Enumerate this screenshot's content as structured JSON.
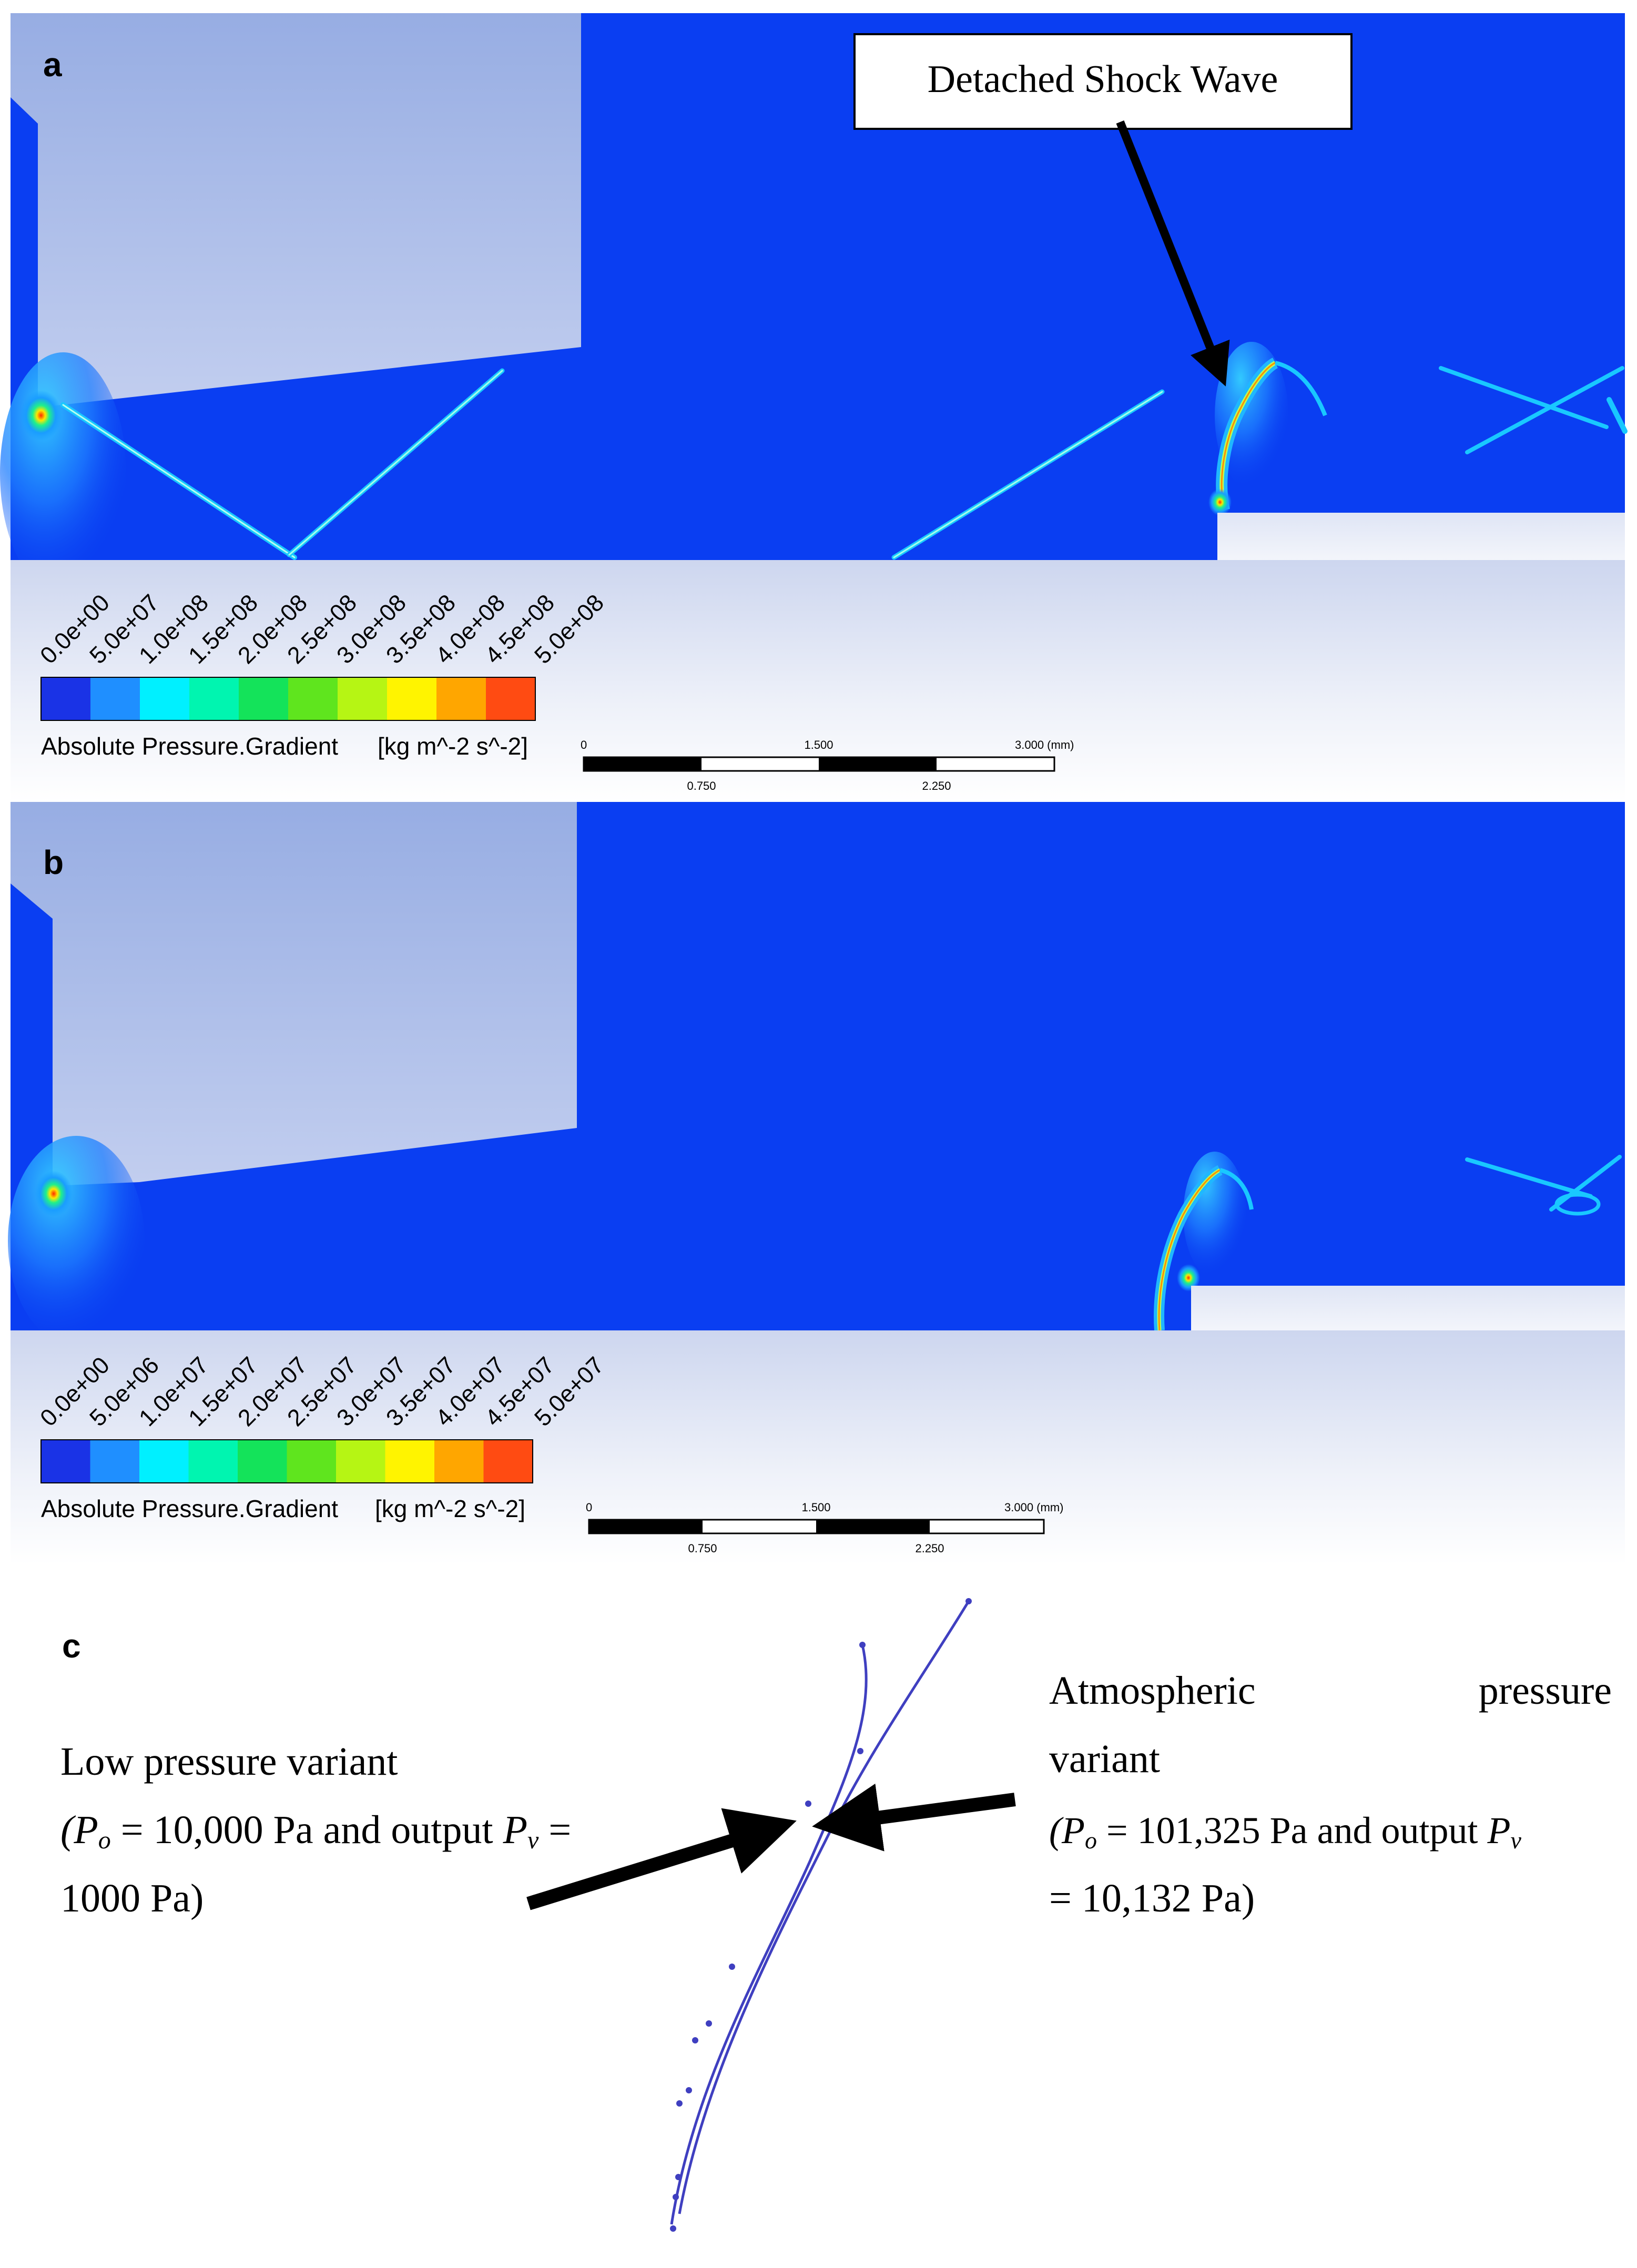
{
  "colors": {
    "field_blue": "#0a3ef2",
    "solid_top": "#97ade3",
    "solid_bottom": "#c2ceef",
    "contour_palette": [
      "#1a33e6",
      "#1f8fff",
      "#00f0ff",
      "#00f5b0",
      "#14e35a",
      "#5fe51e",
      "#b6f514",
      "#fff400",
      "#ffa600",
      "#ff4b12"
    ],
    "curve": "#3f3fc0"
  },
  "panel_a": {
    "label": "a",
    "annotation": "Detached Shock Wave",
    "legend": {
      "ticks": [
        "0.0e+00",
        "5.0e+07",
        "1.0e+08",
        "1.5e+08",
        "2.0e+08",
        "2.5e+08",
        "3.0e+08",
        "3.5e+08",
        "4.0e+08",
        "4.5e+08",
        "5.0e+08"
      ],
      "title": "Absolute Pressure.Gradient",
      "unit": "[kg m^-2 s^-2]"
    },
    "scale": {
      "top": [
        "0",
        "1.500",
        "3.000 (mm)"
      ],
      "bottom": [
        "0.750",
        "2.250"
      ]
    }
  },
  "panel_b": {
    "label": "b",
    "legend": {
      "ticks": [
        "0.0e+00",
        "5.0e+06",
        "1.0e+07",
        "1.5e+07",
        "2.0e+07",
        "2.5e+07",
        "3.0e+07",
        "3.5e+07",
        "4.0e+07",
        "4.5e+07",
        "5.0e+07"
      ],
      "title": "Absolute Pressure.Gradient",
      "unit": "[kg m^-2 s^-2]"
    },
    "scale": {
      "top": [
        "0",
        "1.500",
        "3.000 (mm)"
      ],
      "bottom": [
        "0.750",
        "2.250"
      ]
    }
  },
  "panel_c": {
    "label": "c",
    "low": {
      "line1": "Low pressure variant",
      "line2_prefix": "(",
      "line2_sym1": "P",
      "line2_sub1": "o",
      "line2_mid": " = 10,000 Pa and output ",
      "line2_sym2": "P",
      "line2_sub2": "v",
      "line2_suffix": " =",
      "line3": "1000 Pa)"
    },
    "atm": {
      "line1a": "Atmospheric",
      "line1b": "pressure",
      "line2": "variant",
      "line3_prefix": "(",
      "line3_sym1": "P",
      "line3_sub1": "o",
      "line3_mid": " = 101,325 Pa and output ",
      "line3_sym2": "P",
      "line3_sub2": "v",
      "line4": "= 10,132 Pa)"
    }
  }
}
